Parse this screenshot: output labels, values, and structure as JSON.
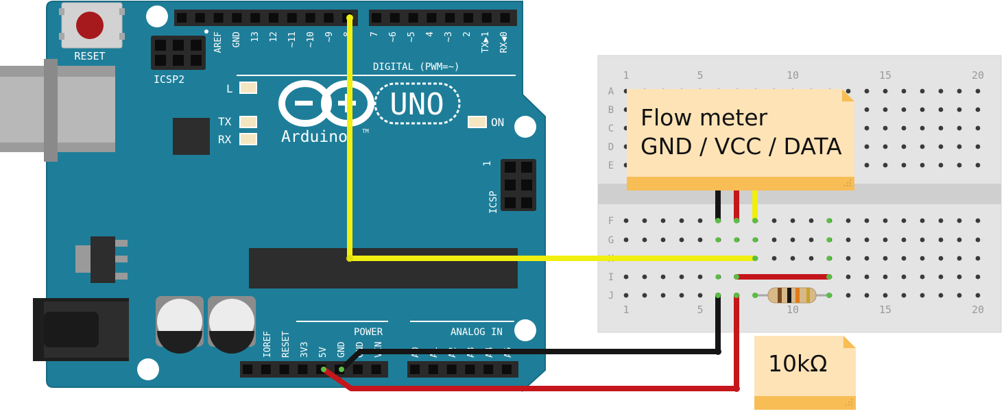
{
  "colors": {
    "board": "#1e7e99",
    "board_edge": "#166a82",
    "breadboard": "#e4e4e4",
    "note_fill": "#fde3b6",
    "note_band": "#f8bd55",
    "wire_yellow": "#f0ef10",
    "wire_red": "#c4161c",
    "wire_black": "#151515",
    "active_hole": "#5cbc45"
  },
  "arduino": {
    "reset_label": "RESET",
    "icsp2_label": "ICSP2",
    "icsp_label": "ICSP",
    "icsp_pin1": "1",
    "led_l": "L",
    "led_tx": "TX",
    "led_rx": "RX",
    "led_on": "ON",
    "logo_text": "Arduino",
    "tm": "TM",
    "model": "UNO",
    "digital_label": "DIGITAL (PWM=~)",
    "power_label": "POWER",
    "analog_label": "ANALOG IN",
    "top_pins": [
      "AREF",
      "GND",
      "13",
      "12",
      "~11",
      "~10",
      "~9",
      "8",
      "7",
      "~6",
      "~5",
      "4",
      "~3",
      "2",
      "TX▶1",
      "RX◀0"
    ],
    "power_pins": [
      "IOREF",
      "RESET",
      "3V3",
      "5V",
      "GND",
      "GND",
      "VIN"
    ],
    "analog_pins": [
      "A0",
      "A1",
      "A2",
      "A3",
      "A4",
      "A5"
    ]
  },
  "breadboard": {
    "columns_top": [
      "1",
      "5",
      "10",
      "15",
      "20"
    ],
    "columns_bottom": [
      "1",
      "5",
      "10",
      "15",
      "20"
    ],
    "rows_top": [
      "A",
      "B",
      "C",
      "D",
      "E"
    ],
    "rows_bottom": [
      "F",
      "G",
      "H",
      "I",
      "J"
    ]
  },
  "notes": {
    "flow_meter_line1": "Flow meter",
    "flow_meter_line2": "GND / VCC / DATA",
    "resistor": "10kΩ"
  }
}
